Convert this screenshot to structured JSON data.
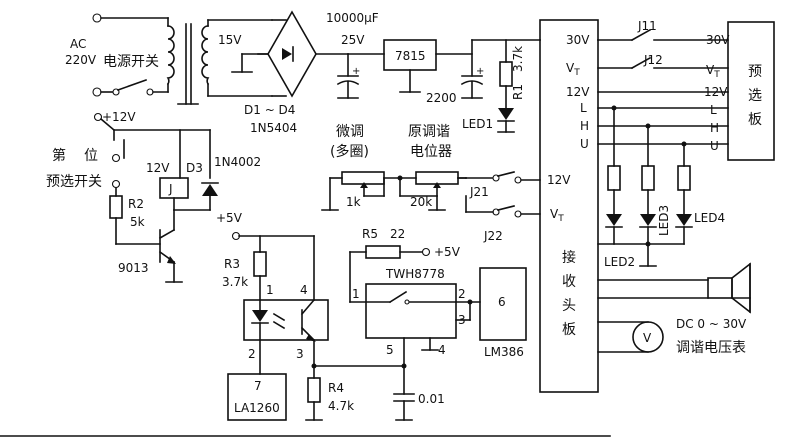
{
  "labels": {
    "ac": "AC",
    "ac_voltage": "220V",
    "power_switch": "电源开关",
    "trans_secondary": "15V",
    "bridge": "D1 ~ D4",
    "bridge_part": "1N5404",
    "cap_main_value": "10000μF",
    "cap_main_voltage": "25V",
    "regulator": "7815",
    "cap_2200": "2200",
    "led1": "LED1",
    "r1": "R1",
    "r1_value": "3.7k",
    "plus_12v": "+12V",
    "di": "第",
    "wei": "位",
    "preselect_switch": "预选开关",
    "relay_12v": "12V",
    "d3": "D3",
    "d3_part": "1N4002",
    "relay_j": "J",
    "r2": "R2",
    "r2_value": "5k",
    "transistor": "9013",
    "fine_tune": "微调",
    "multi_turn": "(多圈)",
    "fine_pot_value": "1k",
    "orig_tune": "原调谐",
    "pot_label": "电位器",
    "orig_pot_value": "20k",
    "j21": "J21",
    "j22": "J22",
    "plus_5v_a": "+5V",
    "r3": "R3",
    "r3_value": "3.7k",
    "opto_pin1": "1",
    "opto_pin2": "2",
    "opto_pin3": "3",
    "opto_pin4": "4",
    "la_pin": "7",
    "la_chip": "LA1260",
    "r4": "R4",
    "r4_value": "4.7k",
    "r5": "R5",
    "r5_value": "22",
    "plus_5v_b": "+5V",
    "twh": "TWH8778",
    "twh_pin1": "1",
    "twh_pin2": "2",
    "twh_pin3": "3",
    "twh_pin4": "4",
    "twh_pin5": "5",
    "lm_pin": "6",
    "lm_chip": "LM386",
    "cap_001": "0.01",
    "recv_30v": "30V",
    "recv_vt": "V",
    "recv_12v": "12V",
    "recv_l": "L",
    "recv_h": "H",
    "recv_u": "U",
    "recv_12v_b": "12V",
    "recv_vt_b": "V",
    "recv_board": [
      "接",
      "收",
      "头",
      "板"
    ],
    "j11": "J11",
    "j12": "J12",
    "pre_30v": "30V",
    "pre_vt": "V",
    "pre_12v": "12V",
    "pre_l": "L",
    "pre_h": "H",
    "pre_u": "U",
    "pre_board": [
      "预",
      "选",
      "板"
    ],
    "led2": "LED2",
    "led3": "LED3",
    "led4": "LED4",
    "meter_symbol": "V",
    "meter_range": "DC 0 ~ 30V",
    "meter_name": "调谐电压表",
    "subscript_t": "T"
  }
}
